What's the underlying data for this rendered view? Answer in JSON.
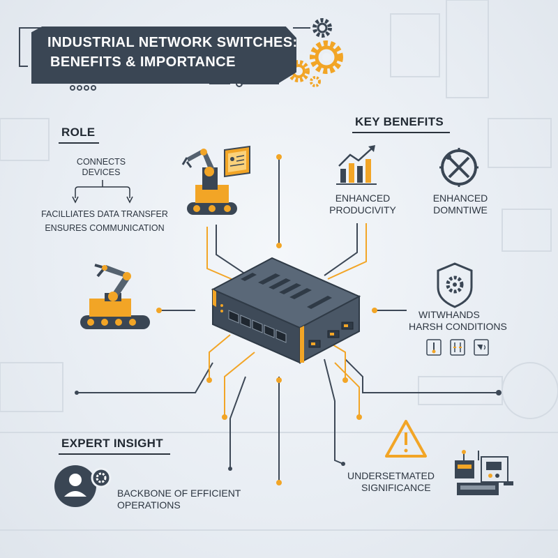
{
  "title": {
    "line1": "INDUSTRIAL NETWORK SWITCHES:",
    "line2": "BENEFITS & IMPORTANCE"
  },
  "role": {
    "heading": "ROLE",
    "connects_line1": "CONNECTS",
    "connects_line2": "DEVICES",
    "data_transfer": "FACILLIATES DATA TRANSFER",
    "communication": "ENSURES COMMUNICATION"
  },
  "key_benefits": {
    "heading": "KEY BENEFITS",
    "productivity_line1": "ENHANCED",
    "productivity_line2": "PRODUCIVITY",
    "downtime_line1": "ENHANCED",
    "downtime_line2": "DOMNTIWE",
    "harsh_line1": "WITWHANDS",
    "harsh_line2": "HARSH CONDITIONS"
  },
  "expert_insight": {
    "heading": "EXPERT INSIGHT",
    "text_line1": "BACKBONE OF EFFICIENT",
    "text_line2": "OPERATIONS"
  },
  "warning": {
    "text_line1": "UNDERSETMATED",
    "text_line2": "SIGNIFICANCE"
  },
  "colors": {
    "accent": "#f2a526",
    "dark": "#3a4654",
    "line": "#3d4856",
    "background": "#eaeff5"
  },
  "icons": [
    "gear-icon",
    "robot-arm-icon",
    "monitor-icon",
    "bar-chart-icon",
    "wrench-screwdriver-icon",
    "shield-gear-icon",
    "thermometer-icon",
    "vibration-icon",
    "dust-icon",
    "warning-icon",
    "person-gear-icon",
    "machine-icon",
    "network-switch-icon"
  ]
}
